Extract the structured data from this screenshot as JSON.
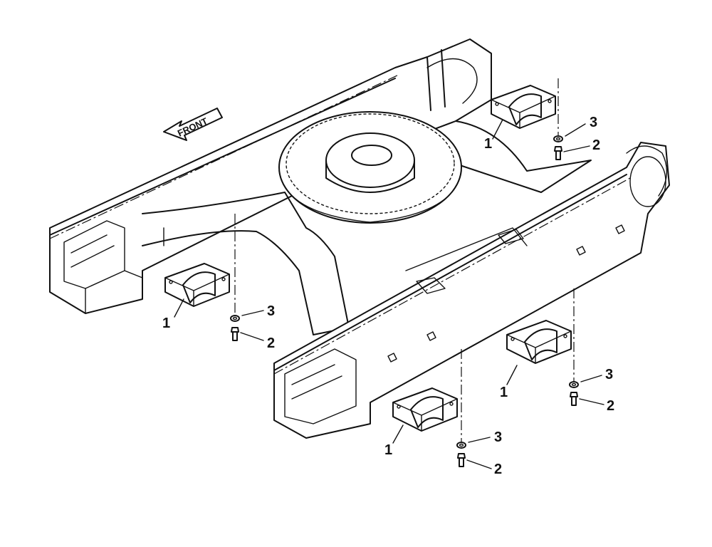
{
  "front_label": "FRONT",
  "callouts": [
    {
      "label": "1"
    },
    {
      "label": "3"
    },
    {
      "label": "2"
    },
    {
      "label": "1"
    },
    {
      "label": "3"
    },
    {
      "label": "2"
    },
    {
      "label": "1"
    },
    {
      "label": "3"
    },
    {
      "label": "2"
    },
    {
      "label": "1"
    },
    {
      "label": "3"
    },
    {
      "label": "2"
    }
  ]
}
